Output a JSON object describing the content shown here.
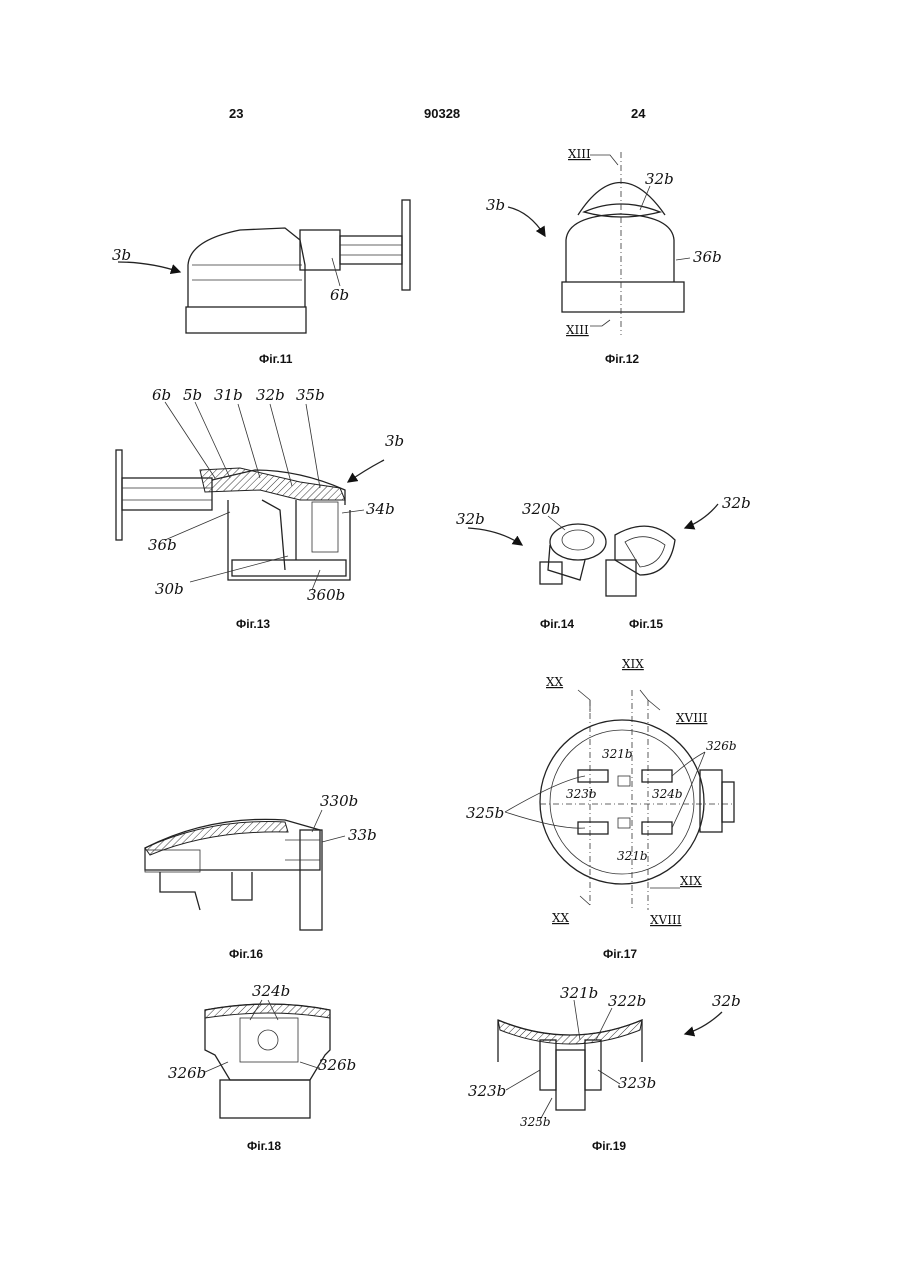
{
  "header": {
    "page_left": "23",
    "patent_number": "90328",
    "page_right": "24"
  },
  "figures": [
    {
      "caption": "Фіг.11",
      "labels": [
        "3b",
        "6b"
      ]
    },
    {
      "caption": "Фіг.12",
      "labels": [
        "32b",
        "3b",
        "36b"
      ],
      "sections": [
        "XIII",
        "XIII"
      ]
    },
    {
      "caption": "Фіг.13",
      "labels": [
        "6b",
        "5b",
        "31b",
        "32b",
        "35b",
        "3b",
        "34b",
        "36b",
        "30b",
        "360b"
      ]
    },
    {
      "caption": "Фіг.14",
      "labels": [
        "32b",
        "320b"
      ]
    },
    {
      "caption": "Фіг.15",
      "labels": [
        "32b"
      ]
    },
    {
      "caption": "Фіг.16",
      "labels": [
        "330b",
        "33b"
      ]
    },
    {
      "caption": "Фіг.17",
      "labels": [
        "XX",
        "XIX",
        "XVIII",
        "321b",
        "326b",
        "323b",
        "324b",
        "325b",
        "321b",
        "XIX",
        "XX",
        "XVIII"
      ]
    },
    {
      "caption": "Фіг.18",
      "labels": [
        "324b",
        "326b",
        "326b"
      ]
    },
    {
      "caption": "Фіг.19",
      "labels": [
        "321b",
        "322b",
        "32b",
        "323b",
        "323b",
        "325b"
      ]
    }
  ]
}
